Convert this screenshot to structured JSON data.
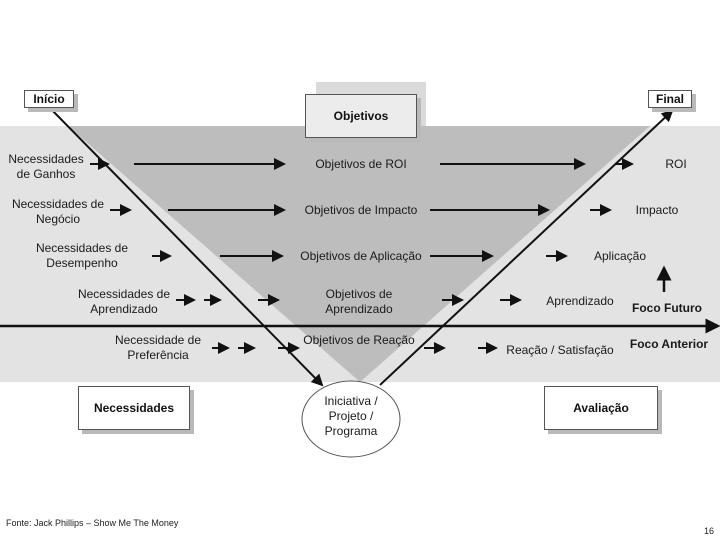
{
  "header": {
    "start": "Início",
    "end": "Final",
    "objectives": "Objetivos"
  },
  "needs_column": [
    "Necessidades de Ganhos",
    "Necessidades de Negócio",
    "Necessidades de Desempenho",
    "Necessidades de Aprendizado",
    "Necessidade de Preferência"
  ],
  "objectives_column": [
    "Objetivos de ROI",
    "Objetivos de Impacto",
    "Objetivos de Aplicação",
    "Objetivos de Aprendizado",
    "Objetivos de Reação"
  ],
  "evaluation_column": [
    "ROI",
    "Impacto",
    "Aplicação",
    "Aprendizado",
    "Reação / Satisfação"
  ],
  "focus": {
    "future": "Foco Futuro",
    "past": "Foco Anterior"
  },
  "bottom": {
    "needs": "Necessidades",
    "initiative": "Iniciativa / Projeto / Programa",
    "evaluation": "Avaliação"
  },
  "footer": {
    "source": "Fonte: Jack Phillips – Show Me The Money",
    "page": "16"
  }
}
